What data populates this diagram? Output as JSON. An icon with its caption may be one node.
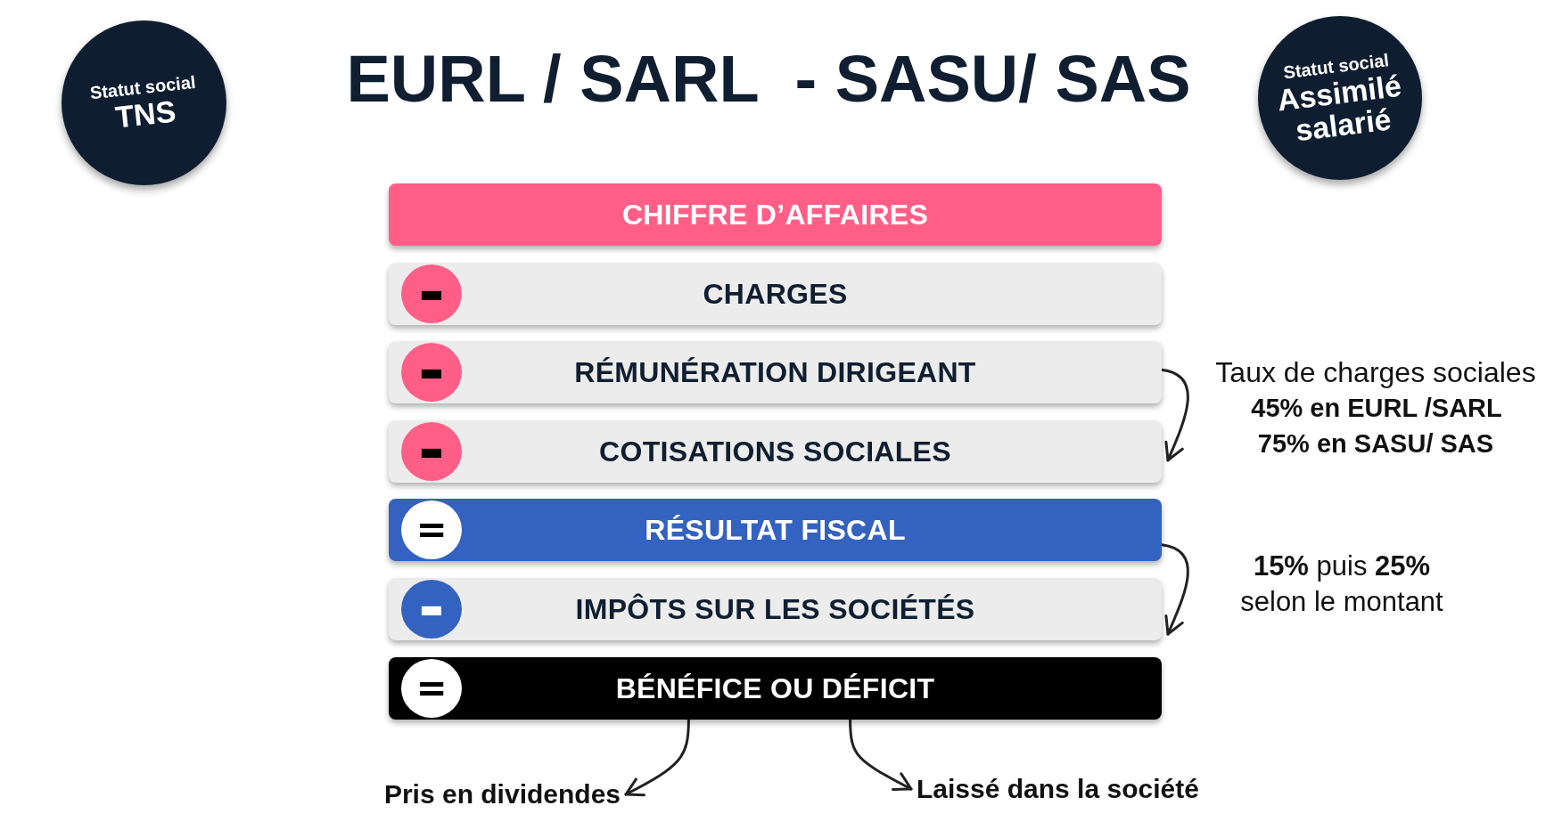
{
  "diagram": {
    "title": "EURL / SARL  - SASU/ SAS",
    "nodes": [
      {
        "text": [
          "Statut social",
          "TNS"
        ]
      },
      {
        "text": [
          "Statut social",
          "Assimilé salarié"
        ]
      },
      {
        "text": [
          "CHIFFRE D’AFFAIRES"
        ]
      },
      {
        "text": [
          "CHARGES"
        ]
      },
      {
        "text": [
          "-"
        ],
        "in": 3
      },
      {
        "text": [
          "RÉMUNÉRATION DIRIGEANT"
        ]
      },
      {
        "text": [
          "-"
        ],
        "in": 5
      },
      {
        "text": [
          "COTISATIONS SOCIALES"
        ]
      },
      {
        "text": [
          "-"
        ],
        "in": 7
      },
      {
        "text": [
          "RÉSULTAT FISCAL"
        ]
      },
      {
        "text": [
          "="
        ],
        "in": 9
      },
      {
        "text": [
          "IMPÔTS SUR LES SOCIÉTÉS"
        ]
      },
      {
        "text": [
          "-"
        ],
        "in": 11
      },
      {
        "text": [
          "BÉNÉFICE OU DÉFICIT"
        ]
      },
      {
        "text": [
          "="
        ],
        "in": 13
      },
      {
        "text": [
          "Pris en dividendes"
        ]
      },
      {
        "text": [
          "Laissé dans la société"
        ]
      }
    ],
    "edges": [
      {
        "from": 5,
        "to": 7,
        "arrow": "to"
      },
      {
        "from": 9,
        "to": 11,
        "arrow": "to"
      },
      {
        "from": 13,
        "to": 15,
        "arrow": "to"
      },
      {
        "from": 13,
        "to": 16,
        "arrow": "to"
      }
    ],
    "labels": [
      "Taux de charges sociales",
      "45% en EURL /SARL",
      "75% en SASU/ SAS",
      "**15%** puis **25%** selon le montant"
    ]
  }
}
